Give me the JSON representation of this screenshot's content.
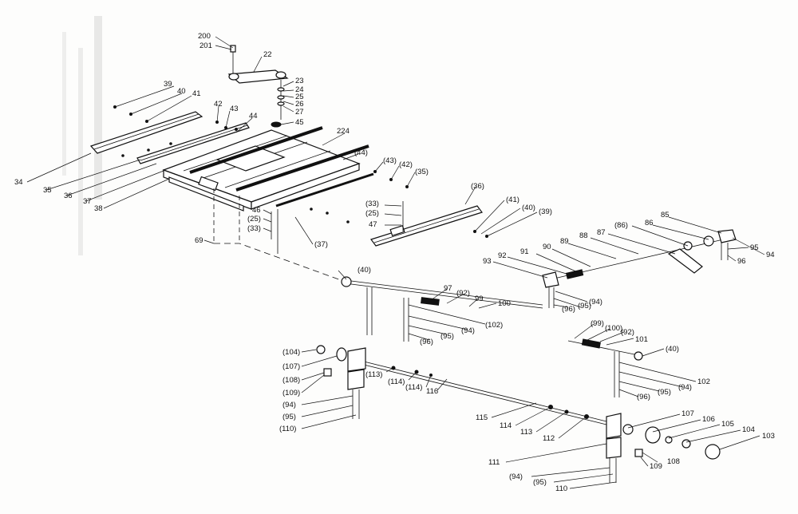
{
  "callouts": [
    {
      "id": "c200",
      "text": "200"
    },
    {
      "id": "c201",
      "text": "201"
    },
    {
      "id": "c22",
      "text": "22"
    },
    {
      "id": "c23",
      "text": "23"
    },
    {
      "id": "c24",
      "text": "24"
    },
    {
      "id": "c25",
      "text": "25"
    },
    {
      "id": "c26",
      "text": "26"
    },
    {
      "id": "c27",
      "text": "27"
    },
    {
      "id": "c45",
      "text": "45"
    },
    {
      "id": "c39",
      "text": "39"
    },
    {
      "id": "c40",
      "text": "40"
    },
    {
      "id": "c41",
      "text": "41"
    },
    {
      "id": "c42",
      "text": "42"
    },
    {
      "id": "c43",
      "text": "43"
    },
    {
      "id": "c44",
      "text": "44"
    },
    {
      "id": "c224",
      "text": "224"
    },
    {
      "id": "c44p",
      "text": "(44)"
    },
    {
      "id": "c43p",
      "text": "(43)"
    },
    {
      "id": "c42p",
      "text": "(42)"
    },
    {
      "id": "c35p",
      "text": "(35)"
    },
    {
      "id": "c34",
      "text": "34"
    },
    {
      "id": "c35",
      "text": "35"
    },
    {
      "id": "c36",
      "text": "36"
    },
    {
      "id": "c37",
      "text": "37"
    },
    {
      "id": "c38",
      "text": "38"
    },
    {
      "id": "c36p",
      "text": "(36)"
    },
    {
      "id": "c41p",
      "text": "(41)"
    },
    {
      "id": "c40p",
      "text": "(40)"
    },
    {
      "id": "c39p",
      "text": "(39)"
    },
    {
      "id": "c33p",
      "text": "(33)"
    },
    {
      "id": "c25p",
      "text": "(25)"
    },
    {
      "id": "c47",
      "text": "47"
    },
    {
      "id": "c46",
      "text": "46"
    },
    {
      "id": "c25p2",
      "text": "(25)"
    },
    {
      "id": "c33p2",
      "text": "(33)"
    },
    {
      "id": "c37p",
      "text": "(37)"
    },
    {
      "id": "c69",
      "text": "69"
    },
    {
      "id": "c85",
      "text": "85"
    },
    {
      "id": "c86",
      "text": "86"
    },
    {
      "id": "c86p",
      "text": "(86)"
    },
    {
      "id": "c87",
      "text": "87"
    },
    {
      "id": "c88",
      "text": "88"
    },
    {
      "id": "c89",
      "text": "89"
    },
    {
      "id": "c90",
      "text": "90"
    },
    {
      "id": "c91",
      "text": "91"
    },
    {
      "id": "c92",
      "text": "92"
    },
    {
      "id": "c93",
      "text": "93"
    },
    {
      "id": "c94",
      "text": "94"
    },
    {
      "id": "c95",
      "text": "95"
    },
    {
      "id": "c96",
      "text": "96"
    },
    {
      "id": "c94p",
      "text": "(94)"
    },
    {
      "id": "c95p",
      "text": "(95)"
    },
    {
      "id": "c96p",
      "text": "(96)"
    },
    {
      "id": "c40p2",
      "text": "(40)"
    },
    {
      "id": "c97",
      "text": "97"
    },
    {
      "id": "c92p",
      "text": "(92)"
    },
    {
      "id": "c99",
      "text": "99"
    },
    {
      "id": "c100",
      "text": "100"
    },
    {
      "id": "c102p",
      "text": "(102)"
    },
    {
      "id": "c94p2",
      "text": "(94)"
    },
    {
      "id": "c95p2",
      "text": "(95)"
    },
    {
      "id": "c96p2",
      "text": "(96)"
    },
    {
      "id": "c99p",
      "text": "(99)"
    },
    {
      "id": "c100p",
      "text": "(100)"
    },
    {
      "id": "c92p2",
      "text": "(92)"
    },
    {
      "id": "c101",
      "text": "101"
    },
    {
      "id": "c40p3",
      "text": "(40)"
    },
    {
      "id": "c102",
      "text": "102"
    },
    {
      "id": "c94p3",
      "text": "(94)"
    },
    {
      "id": "c95p3",
      "text": "(95)"
    },
    {
      "id": "c96p3",
      "text": "(96)"
    },
    {
      "id": "c104p",
      "text": "(104)"
    },
    {
      "id": "c107p",
      "text": "(107)"
    },
    {
      "id": "c108p",
      "text": "(108)"
    },
    {
      "id": "c109p",
      "text": "(109)"
    },
    {
      "id": "c94p4",
      "text": "(94)"
    },
    {
      "id": "c95p4",
      "text": "(95)"
    },
    {
      "id": "c110p",
      "text": "(110)"
    },
    {
      "id": "c113p",
      "text": "(113)"
    },
    {
      "id": "c114p",
      "text": "(114)"
    },
    {
      "id": "c114p2",
      "text": "(114)"
    },
    {
      "id": "c116",
      "text": "116"
    },
    {
      "id": "c115",
      "text": "115"
    },
    {
      "id": "c114",
      "text": "114"
    },
    {
      "id": "c113",
      "text": "113"
    },
    {
      "id": "c112",
      "text": "112"
    },
    {
      "id": "c107",
      "text": "107"
    },
    {
      "id": "c106",
      "text": "106"
    },
    {
      "id": "c105",
      "text": "105"
    },
    {
      "id": "c104",
      "text": "104"
    },
    {
      "id": "c103",
      "text": "103"
    },
    {
      "id": "c111",
      "text": "111"
    },
    {
      "id": "c108",
      "text": "108"
    },
    {
      "id": "c109",
      "text": "109"
    },
    {
      "id": "c94p5",
      "text": "(94)"
    },
    {
      "id": "c95p5",
      "text": "(95)"
    },
    {
      "id": "c110",
      "text": "110"
    }
  ]
}
